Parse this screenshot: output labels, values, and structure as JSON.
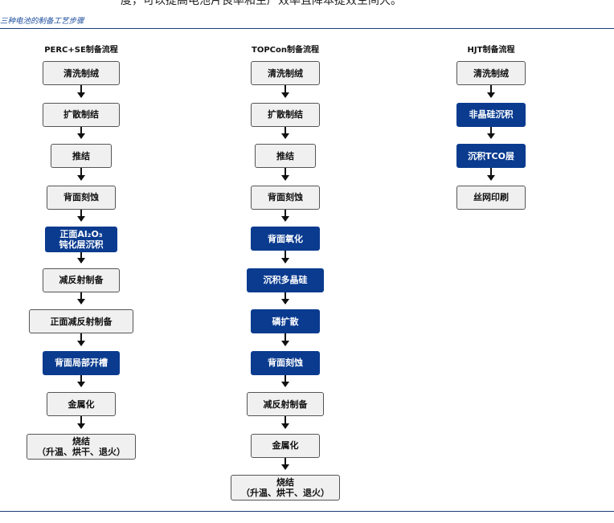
{
  "top_text": "度，可以提高电池片良率和生产效率且降本提效空间大。",
  "caption": "三种电池的制备工艺步骤",
  "columns": [
    {
      "title": "PERC+SE制备流程",
      "steps": [
        {
          "label": "清洗制绒",
          "highlight": false
        },
        {
          "label": "扩散制结",
          "highlight": false
        },
        {
          "label": "推结",
          "highlight": false
        },
        {
          "label": "背面刻蚀",
          "highlight": false
        },
        {
          "label": "正面Al₂O₃\n钝化层沉积",
          "highlight": true
        },
        {
          "label": "减反射制备",
          "highlight": false
        },
        {
          "label": "正面减反射制备",
          "highlight": false
        },
        {
          "label": "背面局部开槽",
          "highlight": true
        },
        {
          "label": "金属化",
          "highlight": false
        },
        {
          "label": "烧结\n（升温、烘干、退火）",
          "highlight": false
        }
      ]
    },
    {
      "title": "TOPCon制备流程",
      "steps": [
        {
          "label": "清洗制绒",
          "highlight": false
        },
        {
          "label": "扩散制结",
          "highlight": false
        },
        {
          "label": "推结",
          "highlight": false
        },
        {
          "label": "背面刻蚀",
          "highlight": false
        },
        {
          "label": "背面氧化",
          "highlight": true
        },
        {
          "label": "沉积多晶硅",
          "highlight": true
        },
        {
          "label": "磷扩散",
          "highlight": true
        },
        {
          "label": "背面刻蚀",
          "highlight": true
        },
        {
          "label": "减反射制备",
          "highlight": false
        },
        {
          "label": "金属化",
          "highlight": false
        },
        {
          "label": "烧结\n（升温、烘干、退火）",
          "highlight": false
        }
      ]
    },
    {
      "title": "HJT制备流程",
      "steps": [
        {
          "label": "清洗制绒",
          "highlight": false
        },
        {
          "label": "非晶硅沉积",
          "highlight": true
        },
        {
          "label": "沉积TCO层",
          "highlight": true
        },
        {
          "label": "丝网印刷",
          "highlight": false
        }
      ]
    }
  ],
  "colors": {
    "highlight_fill": "#0a3b8f",
    "normal_fill": "#f0f0f0",
    "rule": "#1f3d7a",
    "caption": "#1f4fa0"
  }
}
